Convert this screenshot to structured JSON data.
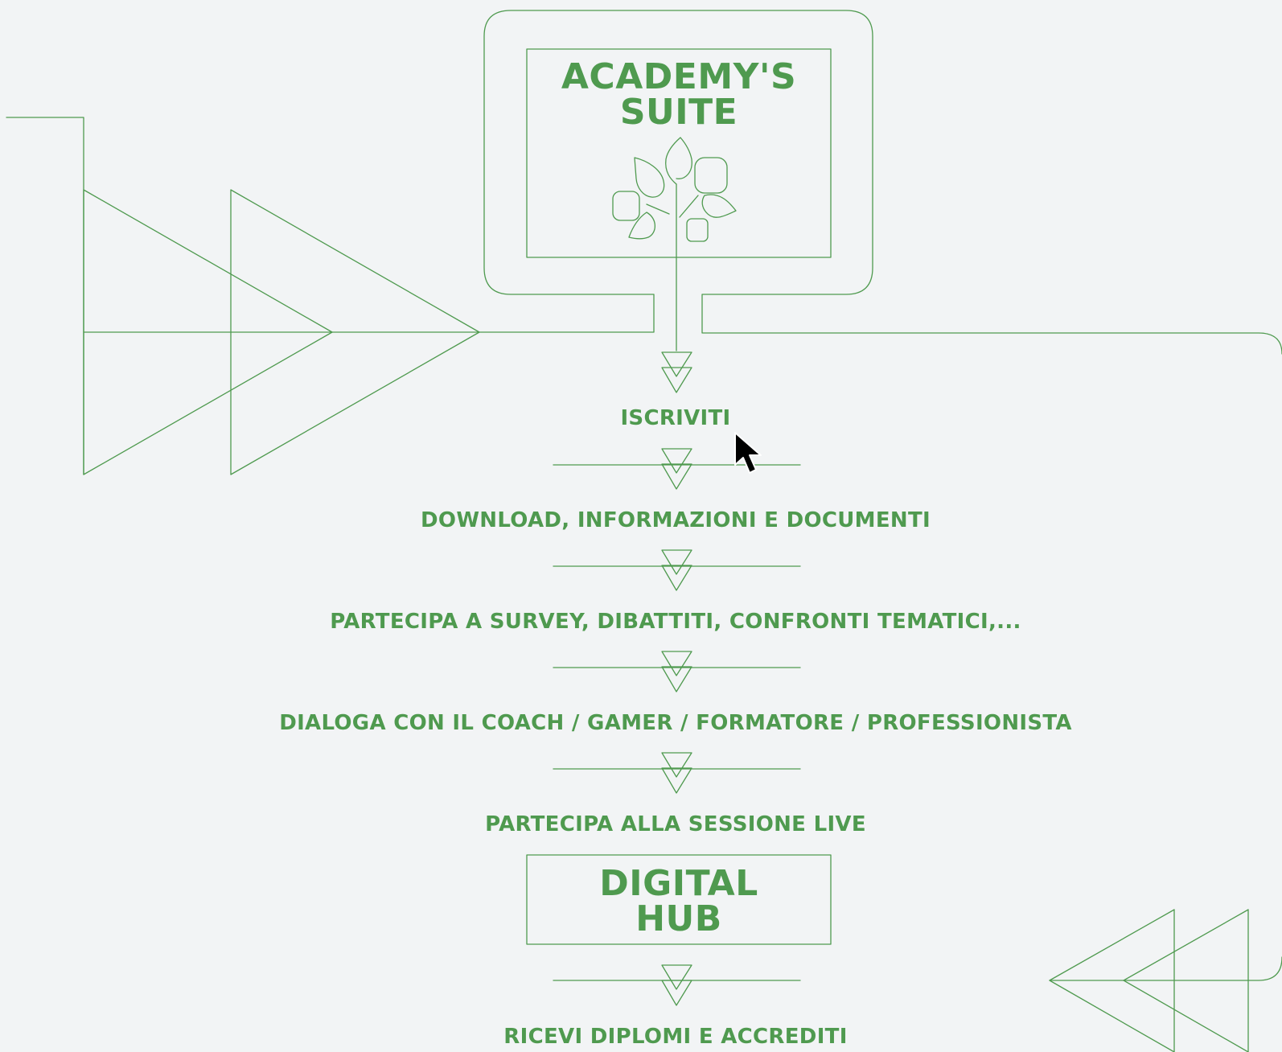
{
  "suite": {
    "title_line1": "ACADEMY'S",
    "title_line2": "SUITE",
    "icon": "tree-of-leaves-icon"
  },
  "steps": [
    "ISCRIVITI",
    "DOWNLOAD, INFORMAZIONI E DOCUMENTI",
    "PARTECIPA A SURVEY, DIBATTITI, CONFRONTI TEMATICI,...",
    "DIALOGA CON IL COACH / GAMER / FORMATORE / PROFESSIONISTA",
    "PARTECIPA ALLA SESSIONE LIVE"
  ],
  "hub": {
    "title_line1": "DIGITAL",
    "title_line2": "HUB"
  },
  "final_step": "RICEVI DIPLOMI E ACCREDITI",
  "colors": {
    "accent": "#4f9a4f",
    "background": "#f2f4f5"
  }
}
